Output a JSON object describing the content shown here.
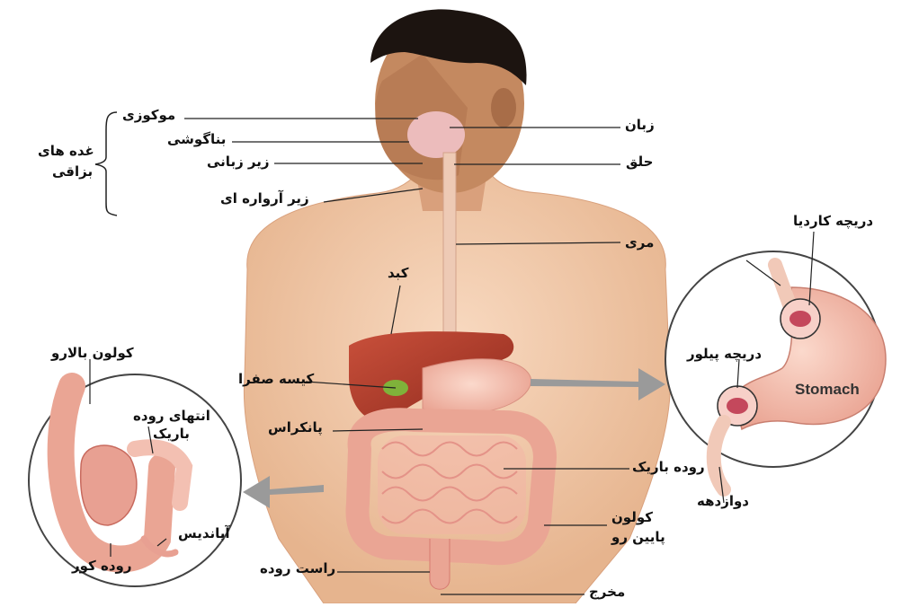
{
  "labels": {
    "mokozi": "موکوزی",
    "banagooshi": "بناگوشی",
    "zir_zabani": "زیر زبانی",
    "zir_arvareh": "زیر آرواره ای",
    "ghodad_line1": "غده های",
    "ghodad_line2": "بزاقی",
    "zaban": "زبان",
    "halgh": "حلق",
    "meri": "مری",
    "kabed": "کبد",
    "kise_safra": "کیسه صفرا",
    "pankras": "پانکراس",
    "roodeh_barik": "روده باریک",
    "colon_payin_line1": "کولون",
    "colon_payin_line2": "پایین رو",
    "rast_roodeh": "راست روده",
    "makhraj": "مخرج",
    "colon_balaro": "کولون بالارو",
    "entehay_line1": "انتهای روده",
    "entehay_line2": "باریک",
    "apandis": "آپاندیس",
    "roodeh_koor": "روده کور",
    "dariche_kardia": "دریچه کاردیا",
    "dariche_pilor": "دریچه پیلور",
    "stomach": "Stomach",
    "davazdahe": "دوازدهه"
  },
  "colors": {
    "skin": "#f2c9a8",
    "skin_shadow": "#e2ad88",
    "face": "#c98e62",
    "hair": "#1c1410",
    "liver": "#b33a2a",
    "gallbladder": "#7fb23a",
    "intestine": "#f3b2a6",
    "intestine_line": "#d77a70",
    "stomach": "#f6c3b2",
    "pancreas": "#f2d27a",
    "arrow": "#9a9a9a",
    "line": "#222222"
  }
}
